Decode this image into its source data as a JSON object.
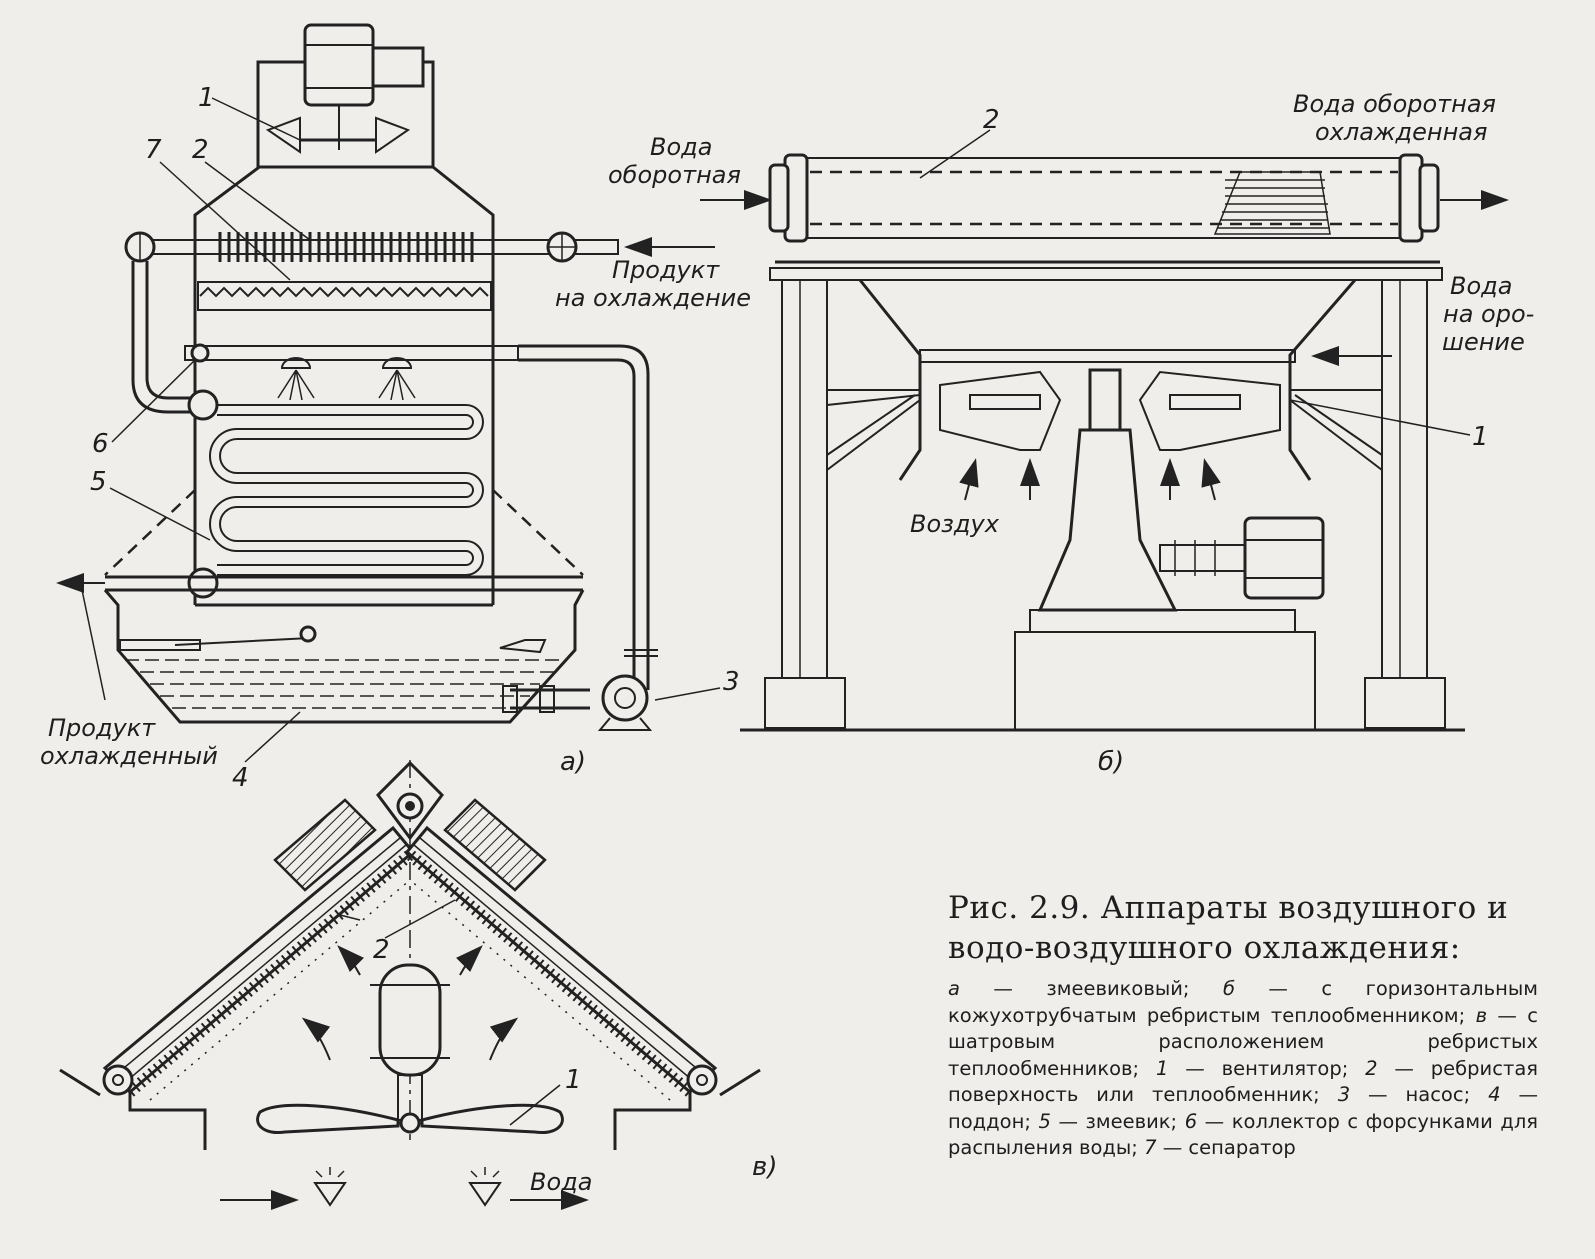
{
  "figure_a": {
    "labels": {
      "product_in": [
        "Продукт",
        "на охлаждение"
      ],
      "product_out": [
        "Продукт",
        "охлажденный"
      ],
      "subfigure": "а)"
    },
    "numbers": {
      "n1": "1",
      "n2": "2",
      "n3": "3",
      "n4": "4",
      "n5": "5",
      "n6": "6",
      "n7": "7"
    }
  },
  "figure_b": {
    "labels": {
      "water_in": [
        "Вода",
        "оборотная"
      ],
      "water_out": [
        "Вода оборотная",
        "охлажденная"
      ],
      "water_spray": [
        "Вода",
        "на оро-",
        "шение"
      ],
      "air": "Воздух",
      "subfigure": "б)"
    },
    "numbers": {
      "n1": "1",
      "n2": "2"
    }
  },
  "figure_v": {
    "labels": {
      "water": "Вода",
      "subfigure": "в)"
    },
    "numbers": {
      "n1": "1",
      "n2": "2"
    }
  },
  "caption": {
    "title": "Рис. 2.9. Аппараты воздушного и водо-воздушного охлаждения:",
    "items": [
      {
        "key": "а",
        "text": "змеевиковый;"
      },
      {
        "key": "б",
        "text": "с горизонтальным кожухотрубчатым ребристым теплообменником;"
      },
      {
        "key": "в",
        "text": "с шатровым расположением ребристых теплообменников;"
      },
      {
        "key": "1",
        "text": "вентилятор;"
      },
      {
        "key": "2",
        "text": "ребристая поверхность или теплообменник;"
      },
      {
        "key": "3",
        "text": "насос;"
      },
      {
        "key": "4",
        "text": "поддон;"
      },
      {
        "key": "5",
        "text": "змеевик;"
      },
      {
        "key": "6",
        "text": "коллектор с форсунками для распыления воды;"
      },
      {
        "key": "7",
        "text": "сепаратор"
      }
    ]
  }
}
